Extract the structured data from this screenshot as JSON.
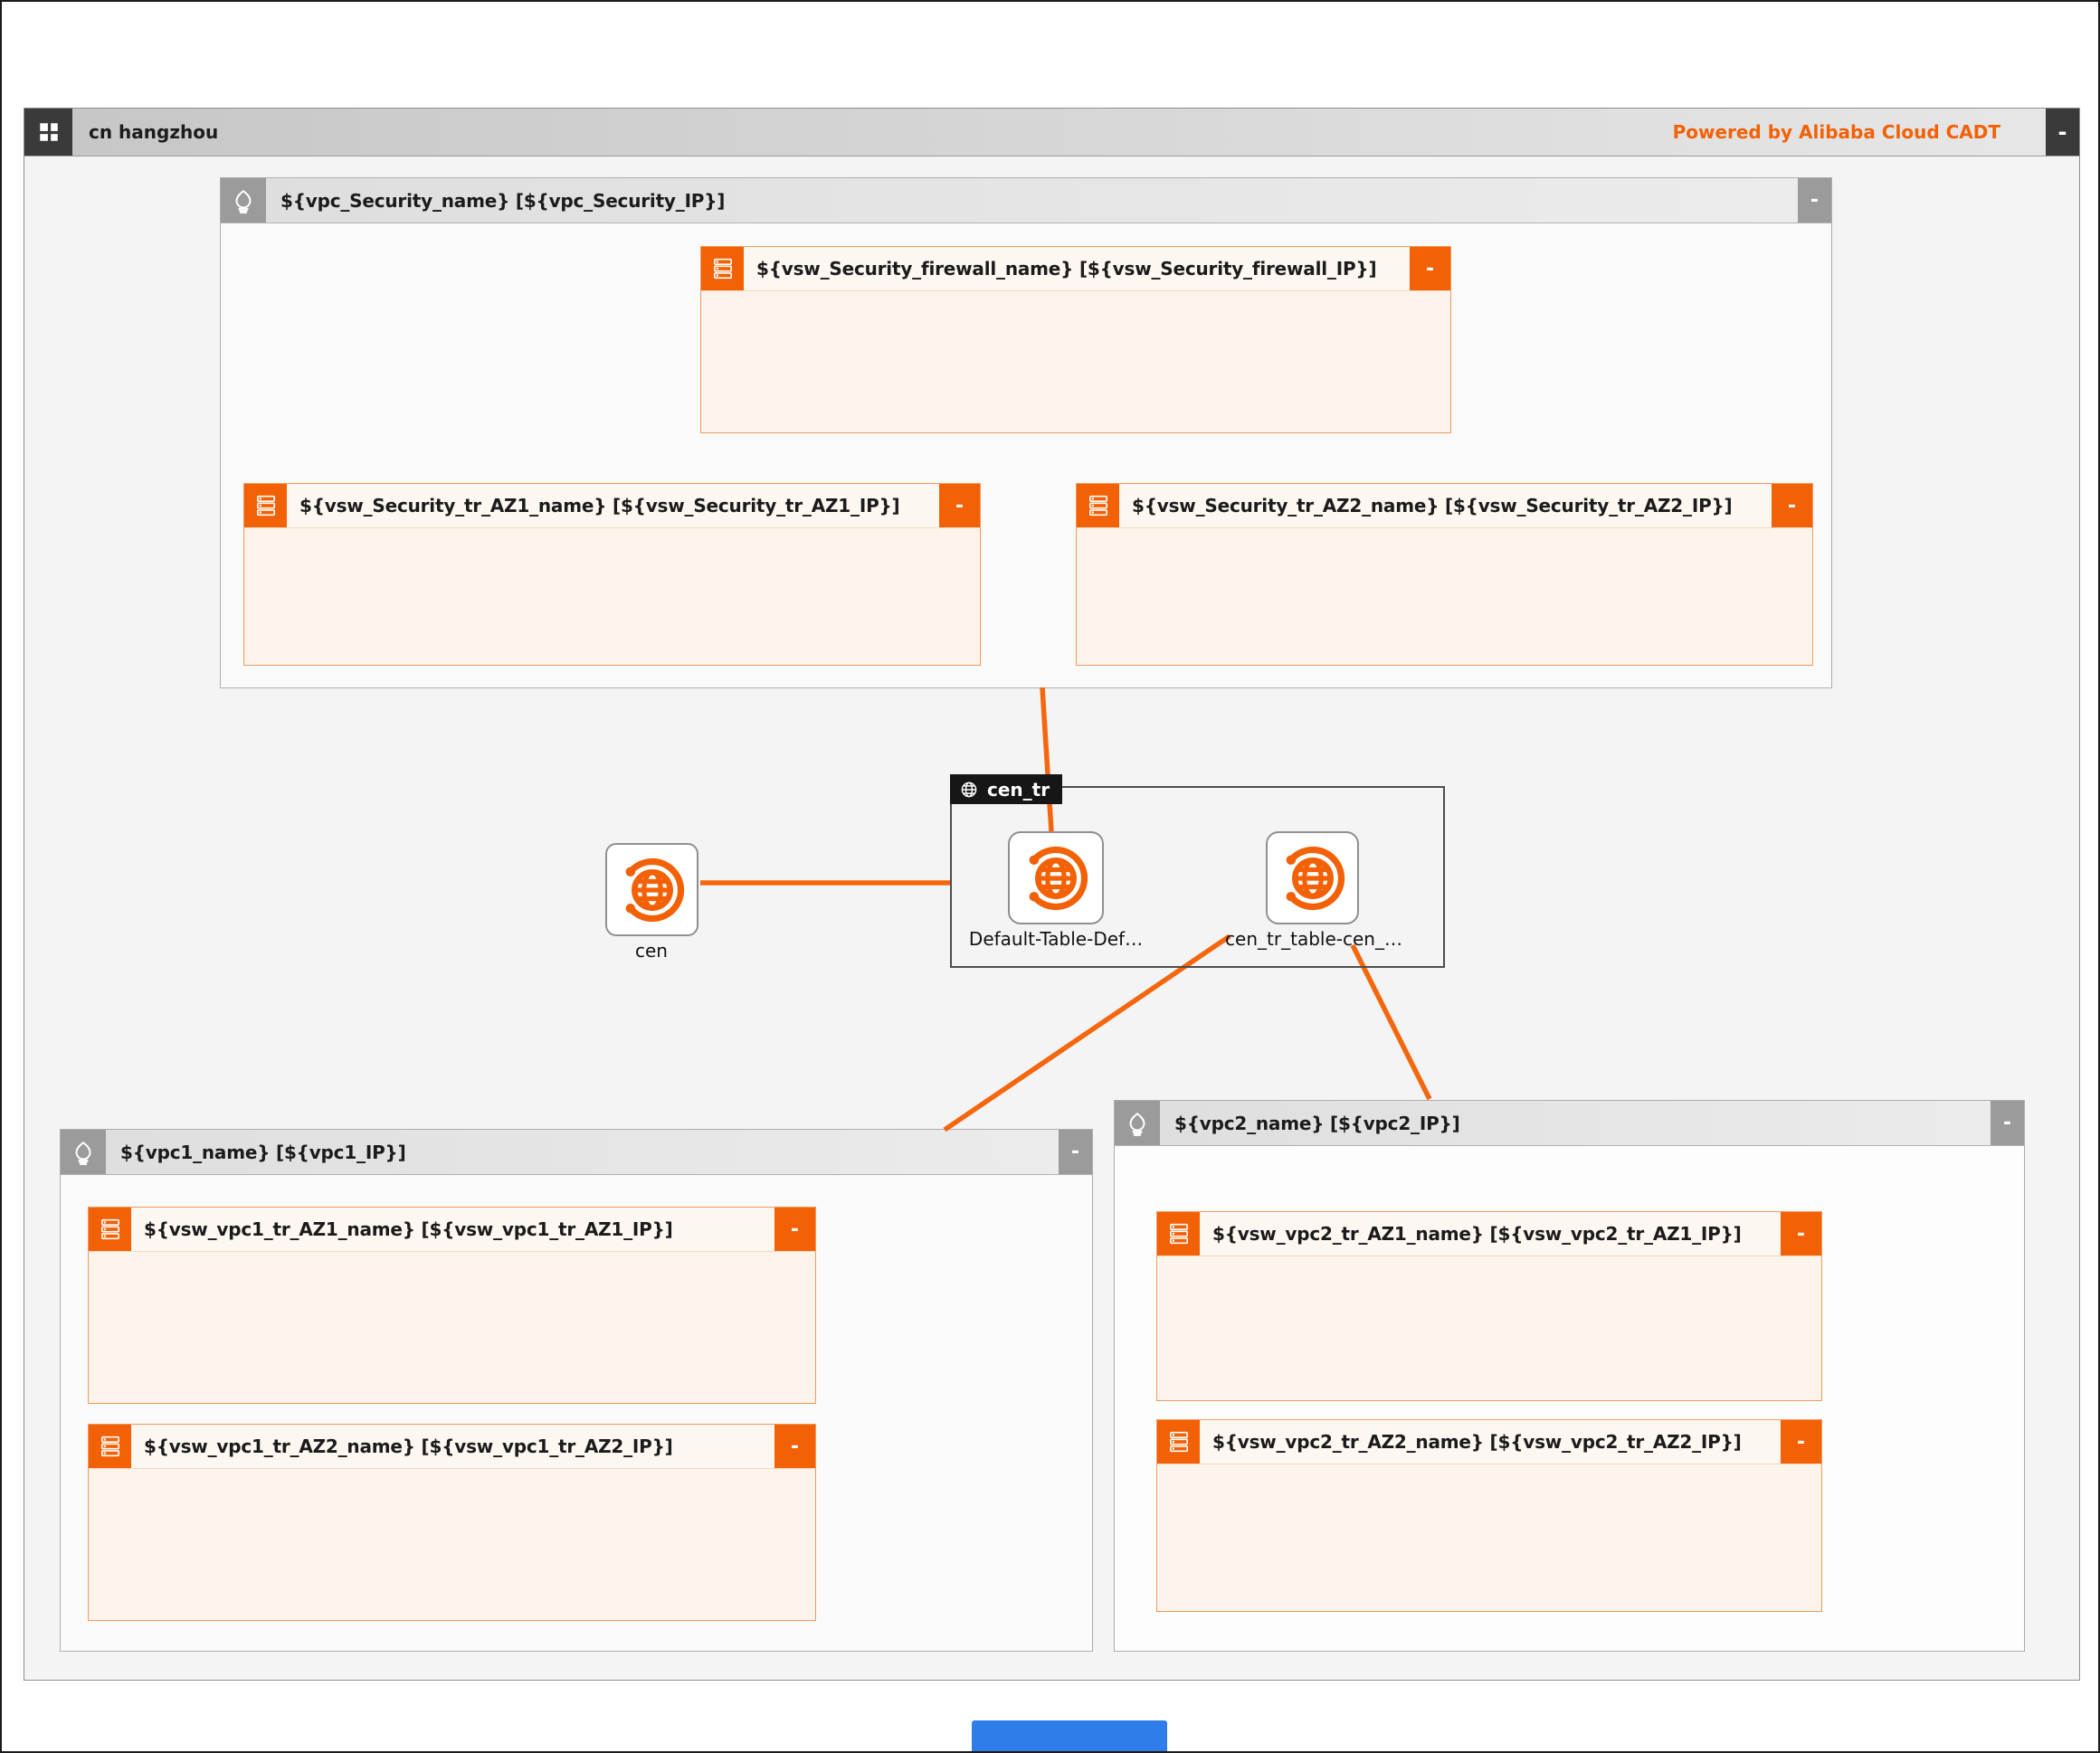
{
  "window": {
    "title": "cn hangzhou",
    "powered_by": "Powered by Alibaba Cloud CADT",
    "minimize_label": "-"
  },
  "containers": {
    "vpc_security": {
      "title": "${vpc_Security_name} [${vpc_Security_IP}]",
      "minimize_label": "-"
    },
    "vpc1": {
      "title": "${vpc1_name} [${vpc1_IP}]",
      "minimize_label": "-"
    },
    "vpc2": {
      "title": "${vpc2_name} [${vpc2_IP}]",
      "minimize_label": "-"
    },
    "cen_tr": {
      "title": "cen_tr"
    }
  },
  "vswitches": {
    "security_firewall": {
      "title": "${vsw_Security_firewall_name} [${vsw_Security_firewall_IP}]",
      "minimize_label": "-"
    },
    "security_tr_az1": {
      "title": "${vsw_Security_tr_AZ1_name} [${vsw_Security_tr_AZ1_IP}]",
      "minimize_label": "-"
    },
    "security_tr_az2": {
      "title": "${vsw_Security_tr_AZ2_name} [${vsw_Security_tr_AZ2_IP}]",
      "minimize_label": "-"
    },
    "vpc1_tr_az1": {
      "title": "${vsw_vpc1_tr_AZ1_name} [${vsw_vpc1_tr_AZ1_IP}]",
      "minimize_label": "-"
    },
    "vpc1_tr_az2": {
      "title": "${vsw_vpc1_tr_AZ2_name} [${vsw_vpc1_tr_AZ2_IP}]",
      "minimize_label": "-"
    },
    "vpc2_tr_az1": {
      "title": "${vsw_vpc2_tr_AZ1_name} [${vsw_vpc2_tr_AZ1_IP}]",
      "minimize_label": "-"
    },
    "vpc2_tr_az2": {
      "title": "${vsw_vpc2_tr_AZ2_name} [${vsw_vpc2_tr_AZ2_IP}]",
      "minimize_label": "-"
    }
  },
  "nodes": {
    "cen": {
      "label": "cen"
    },
    "default_table": {
      "label": "Default-Table-Def…"
    },
    "cen_tr_table": {
      "label": "cen_tr_table-cen_…"
    }
  },
  "icons": {
    "titlebar_left": "grid-icon",
    "vpc_header": "vpc-balloon-icon",
    "vswitch_header": "vswitch-stack-icon",
    "cen_node": "cen-globe-icon",
    "cen_tr_tab": "globe-icon"
  },
  "colors": {
    "accent_orange": "#f26105",
    "edge_orange": "#f5660d",
    "vsw_body": "#fcf3ea",
    "vsw_border": "#f09a5e",
    "dark_chrome": "#3a3a3a",
    "gray_chrome": "#9b9b9b",
    "window_bg": "#f4f4f4",
    "bottom_bar_blue": "#2e7de9"
  }
}
